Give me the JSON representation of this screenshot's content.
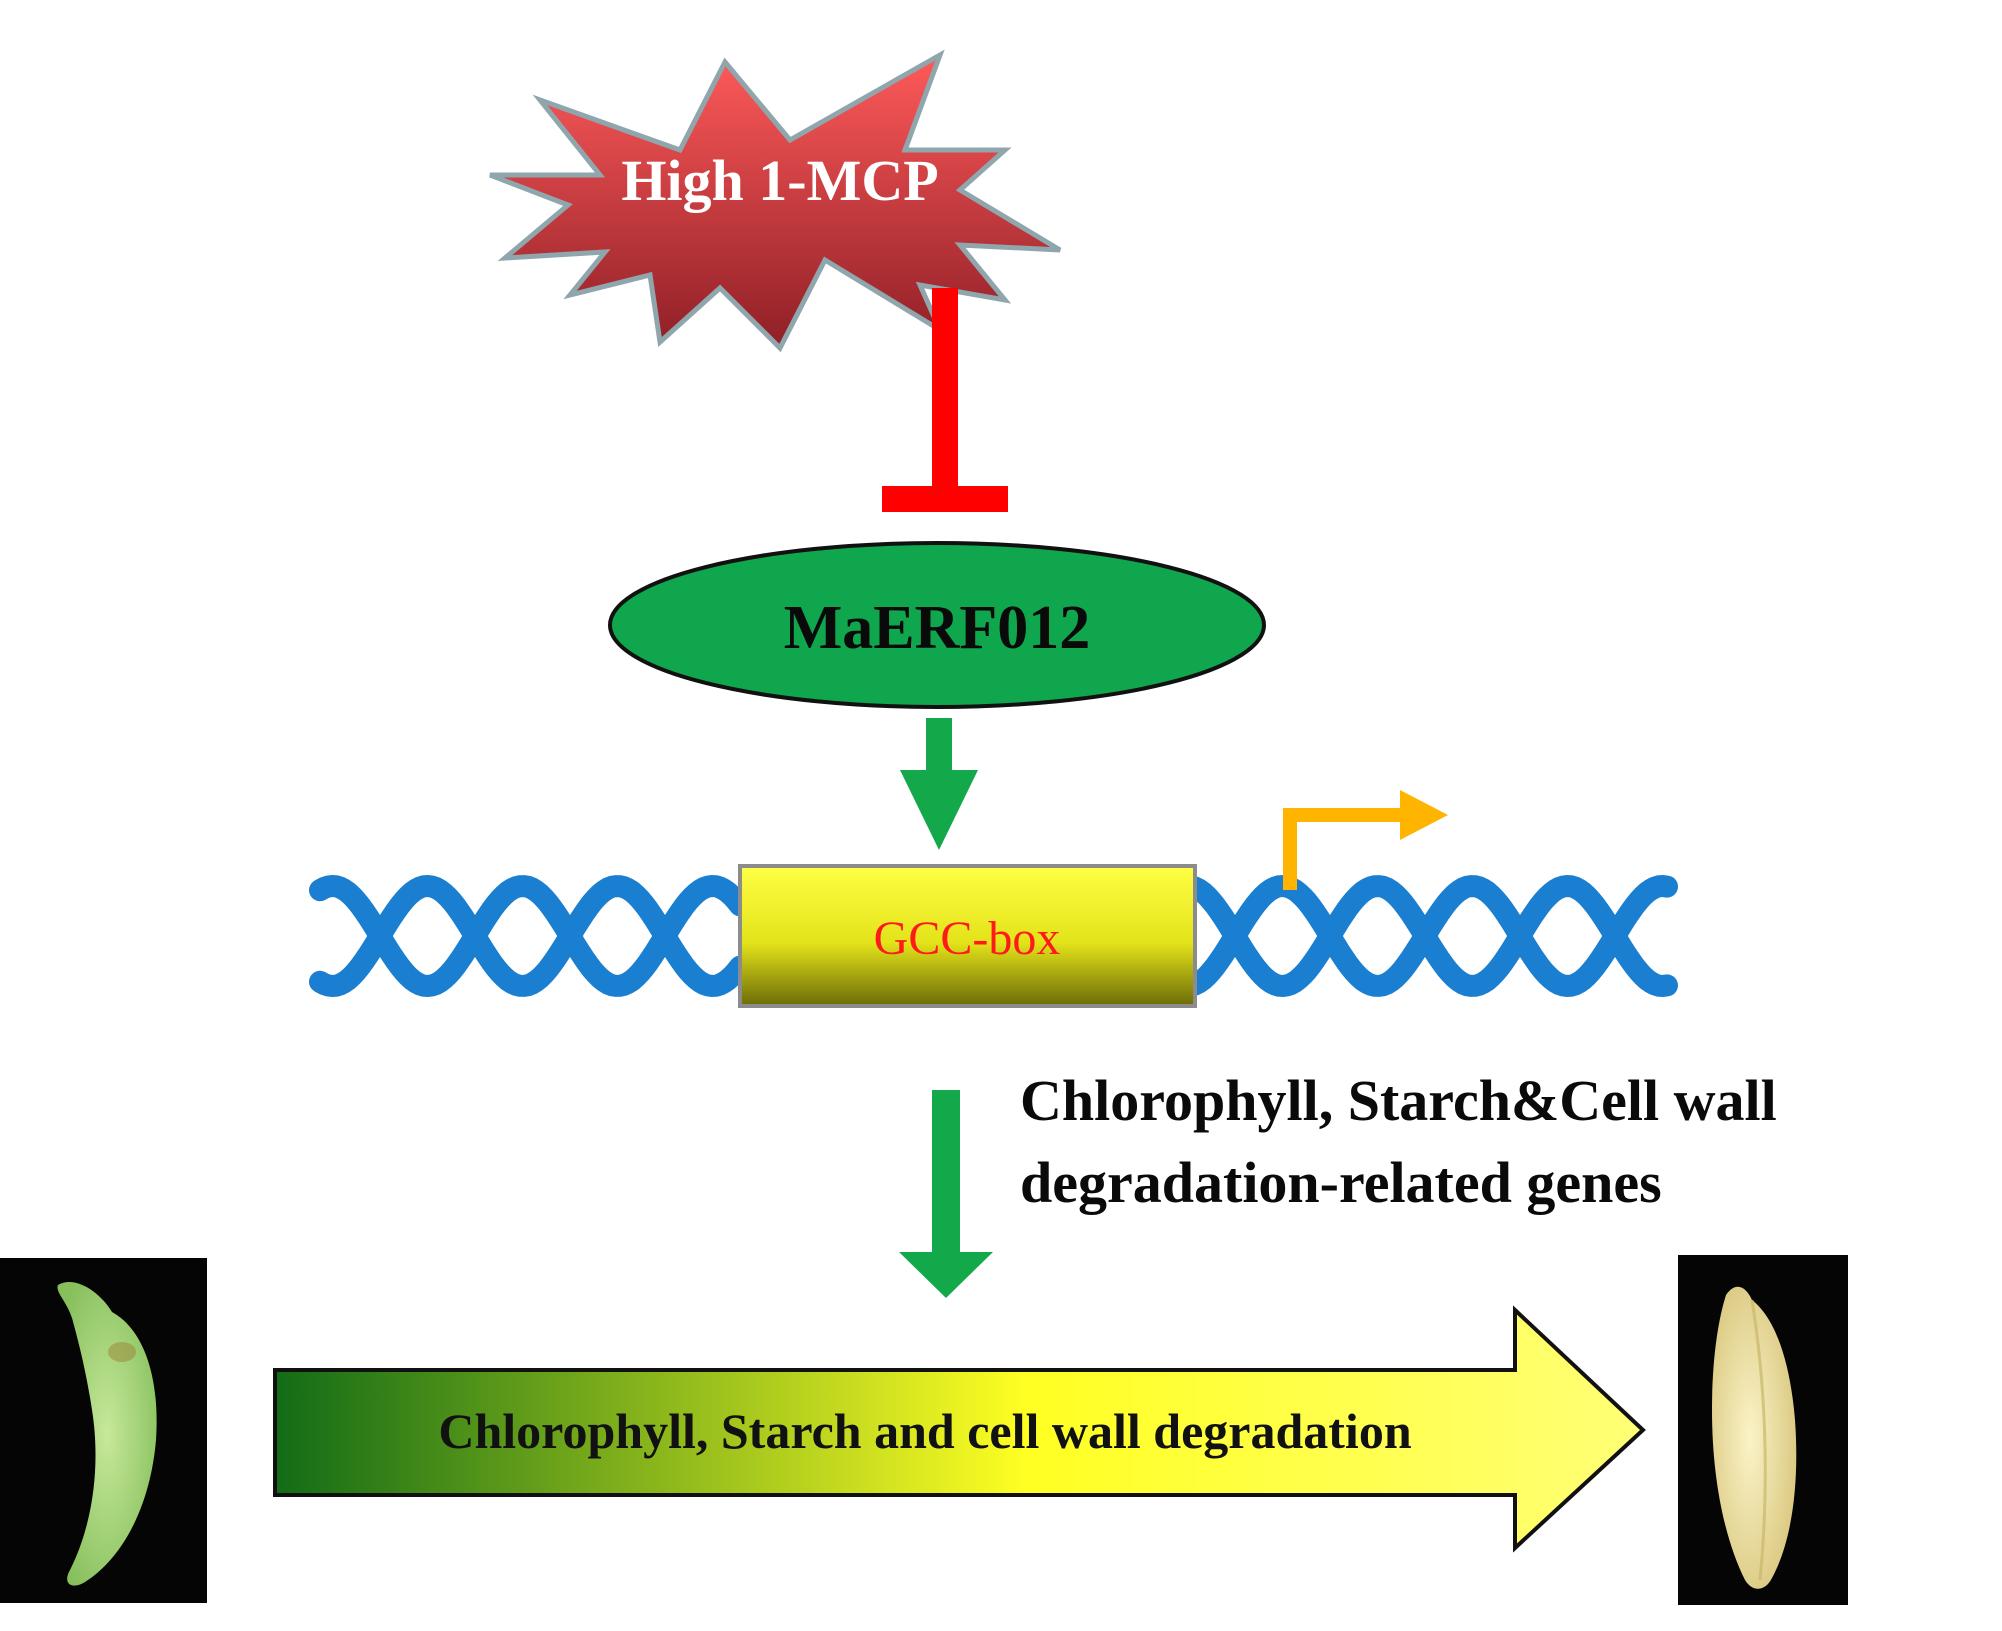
{
  "nodes": {
    "stimulus": {
      "label": "High 1-MCP",
      "fill": "#c9383e",
      "stroke": "#8fa6ad",
      "text_color": "#ffffff"
    },
    "factor": {
      "label": "MaERF012",
      "fill": "#0fa64d",
      "stroke": "#111111",
      "text_color": "#0a0a0a"
    },
    "promoter": {
      "label": "GCC-box",
      "fill_top": "#ffff44",
      "fill_bottom": "#6b6b08",
      "text_color": "#ff1a1a"
    },
    "target_genes": {
      "line1": "Chlorophyll, Starch&Cell wall",
      "line2": "degradation-related genes",
      "text_color": "#0a0a0a"
    },
    "process": {
      "label": "Chlorophyll, Starch and cell wall degradation",
      "color_start": "#126b16",
      "color_end": "#ffff66"
    }
  },
  "edges": {
    "inhibition": {
      "from": "stimulus",
      "to": "factor",
      "type": "inhibits",
      "color": "#ff0000"
    },
    "binding": {
      "from": "factor",
      "to": "promoter",
      "type": "activates",
      "color": "#13a94b"
    },
    "regulation": {
      "from": "promoter",
      "to": "process",
      "type": "activates",
      "color": "#13a94b"
    }
  },
  "dna": {
    "color": "#1a7fd0"
  },
  "transcription_arrow": {
    "color": "#ffb400"
  },
  "images": {
    "banana_unripe": {
      "icon": "green-banana",
      "peel": "#a6d67e"
    },
    "banana_ripe": {
      "icon": "yellow-banana",
      "peel": "#efe4a8"
    }
  }
}
